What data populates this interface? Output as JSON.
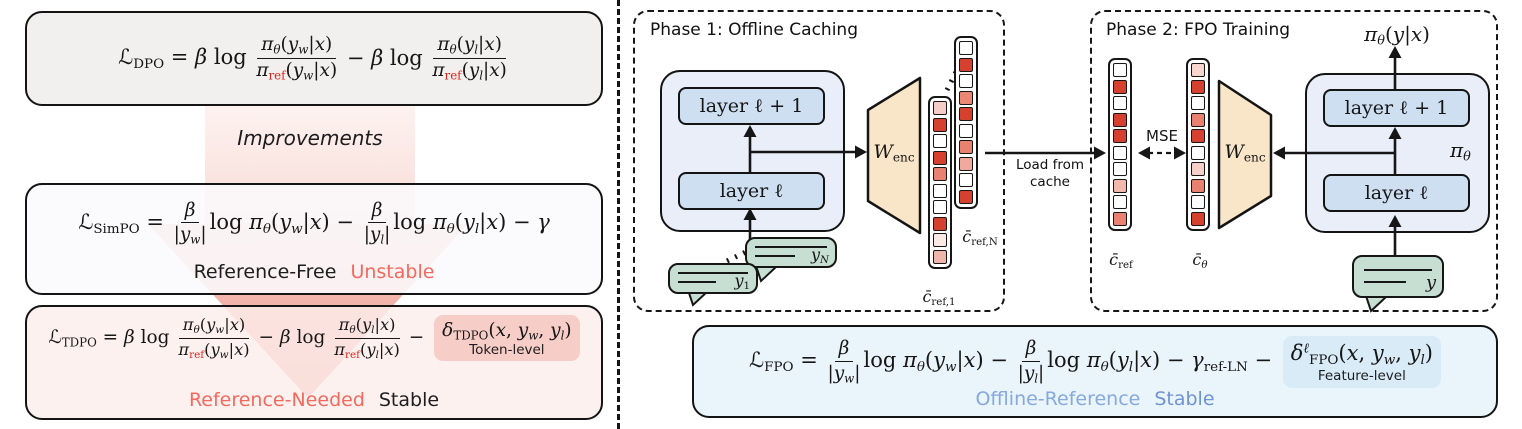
{
  "colors": {
    "red": "#d6402e",
    "salmon": "#e88170",
    "accent_red_text": "#f3695d",
    "accent_blue_text": "#7b9cd6",
    "tdpo_highlight": "#f7cdc7",
    "fpo_highlight": "#d9ebf7",
    "bubble_green": "#c7dfd2",
    "encoder_fill": "#f9e6c9",
    "model_fill": "#e9eef9",
    "layer_fill": "#cfdff2"
  },
  "left_panel": {
    "improvements_label": "Improvements",
    "dpo": {
      "segments": [
        {
          "k": "r",
          "runs": [
            {
              "t": "ℒ",
              "u": 1
            },
            {
              "t": "DPO",
              "b": 1,
              "u": 1
            },
            {
              "t": " = ",
              "u": 1
            },
            {
              "t": "β"
            },
            {
              "t": " log ",
              "u": 1
            }
          ]
        },
        {
          "k": "f",
          "num": [
            {
              "t": "π"
            },
            {
              "t": "θ",
              "b": 1
            },
            {
              "t": "(",
              "u": 1
            },
            {
              "t": "y"
            },
            {
              "t": "w",
              "b": 1
            },
            {
              "t": "|",
              "u": 1
            },
            {
              "t": "x"
            },
            {
              "t": ")",
              "u": 1
            }
          ],
          "den": [
            {
              "t": "π"
            },
            {
              "t": "ref",
              "b": 1,
              "u": 1,
              "r": 1
            },
            {
              "t": "(",
              "u": 1
            },
            {
              "t": "y"
            },
            {
              "t": "w",
              "b": 1
            },
            {
              "t": "|",
              "u": 1
            },
            {
              "t": "x"
            },
            {
              "t": ")",
              "u": 1
            }
          ]
        },
        {
          "k": "r",
          "runs": [
            {
              "t": " − ",
              "u": 1
            },
            {
              "t": "β"
            },
            {
              "t": " log ",
              "u": 1
            }
          ]
        },
        {
          "k": "f",
          "num": [
            {
              "t": "π"
            },
            {
              "t": "θ",
              "b": 1
            },
            {
              "t": "(",
              "u": 1
            },
            {
              "t": "y"
            },
            {
              "t": "l",
              "b": 1
            },
            {
              "t": "|",
              "u": 1
            },
            {
              "t": "x"
            },
            {
              "t": ")",
              "u": 1
            }
          ],
          "den": [
            {
              "t": "π"
            },
            {
              "t": "ref",
              "b": 1,
              "u": 1,
              "r": 1
            },
            {
              "t": "(",
              "u": 1
            },
            {
              "t": "y"
            },
            {
              "t": "l",
              "b": 1
            },
            {
              "t": "|",
              "u": 1
            },
            {
              "t": "x"
            },
            {
              "t": ")",
              "u": 1
            }
          ]
        }
      ]
    },
    "simpo": {
      "segments": [
        {
          "k": "r",
          "runs": [
            {
              "t": "ℒ",
              "u": 1
            },
            {
              "t": "SimPO",
              "b": 1,
              "u": 1
            },
            {
              "t": " = ",
              "u": 1
            }
          ]
        },
        {
          "k": "f",
          "num": [
            {
              "t": "β"
            }
          ],
          "den": [
            {
              "t": "|",
              "u": 1
            },
            {
              "t": "y"
            },
            {
              "t": "w",
              "b": 1
            },
            {
              "t": "|",
              "u": 1
            }
          ]
        },
        {
          "k": "r",
          "runs": [
            {
              "t": "log ",
              "u": 1
            },
            {
              "t": "π"
            },
            {
              "t": "θ",
              "b": 1
            },
            {
              "t": "(",
              "u": 1
            },
            {
              "t": "y"
            },
            {
              "t": "w",
              "b": 1
            },
            {
              "t": "|",
              "u": 1
            },
            {
              "t": "x"
            },
            {
              "t": ")",
              "u": 1
            },
            {
              "t": " − ",
              "u": 1
            }
          ]
        },
        {
          "k": "f",
          "num": [
            {
              "t": "β"
            }
          ],
          "den": [
            {
              "t": "|",
              "u": 1
            },
            {
              "t": "y"
            },
            {
              "t": "l",
              "b": 1
            },
            {
              "t": "|",
              "u": 1
            }
          ]
        },
        {
          "k": "r",
          "runs": [
            {
              "t": "log ",
              "u": 1
            },
            {
              "t": "π"
            },
            {
              "t": "θ",
              "b": 1
            },
            {
              "t": "(",
              "u": 1
            },
            {
              "t": "y"
            },
            {
              "t": "l",
              "b": 1
            },
            {
              "t": "|",
              "u": 1
            },
            {
              "t": "x"
            },
            {
              "t": ")",
              "u": 1
            },
            {
              "t": " − ",
              "u": 1
            },
            {
              "t": "γ"
            }
          ]
        }
      ],
      "tags": [
        {
          "text": "Reference-Free",
          "color": "#1d1d1f"
        },
        {
          "text": "Unstable",
          "color": "#f3695d"
        }
      ]
    },
    "tdpo": {
      "segments": [
        {
          "k": "r",
          "runs": [
            {
              "t": "ℒ",
              "u": 1
            },
            {
              "t": "TDPO",
              "b": 1,
              "u": 1
            },
            {
              "t": " = ",
              "u": 1
            },
            {
              "t": "β"
            },
            {
              "t": " log ",
              "u": 1
            }
          ]
        },
        {
          "k": "f",
          "num": [
            {
              "t": "π"
            },
            {
              "t": "θ",
              "b": 1
            },
            {
              "t": "(",
              "u": 1
            },
            {
              "t": "y"
            },
            {
              "t": "w",
              "b": 1
            },
            {
              "t": "|",
              "u": 1
            },
            {
              "t": "x"
            },
            {
              "t": ")",
              "u": 1
            }
          ],
          "den": [
            {
              "t": "π"
            },
            {
              "t": "ref",
              "b": 1,
              "u": 1,
              "r": 1
            },
            {
              "t": "(",
              "u": 1
            },
            {
              "t": "y"
            },
            {
              "t": "w",
              "b": 1
            },
            {
              "t": "|",
              "u": 1
            },
            {
              "t": "x"
            },
            {
              "t": ")",
              "u": 1
            }
          ]
        },
        {
          "k": "r",
          "runs": [
            {
              "t": " − ",
              "u": 1
            },
            {
              "t": "β"
            },
            {
              "t": " log ",
              "u": 1
            }
          ]
        },
        {
          "k": "f",
          "num": [
            {
              "t": "π"
            },
            {
              "t": "θ",
              "b": 1
            },
            {
              "t": "(",
              "u": 1
            },
            {
              "t": "y"
            },
            {
              "t": "l",
              "b": 1
            },
            {
              "t": "|",
              "u": 1
            },
            {
              "t": "x"
            },
            {
              "t": ")",
              "u": 1
            }
          ],
          "den": [
            {
              "t": "π"
            },
            {
              "t": "ref",
              "b": 1,
              "u": 1,
              "r": 1
            },
            {
              "t": "(",
              "u": 1
            },
            {
              "t": "y"
            },
            {
              "t": "l",
              "b": 1
            },
            {
              "t": "|",
              "u": 1
            },
            {
              "t": "x"
            },
            {
              "t": ")",
              "u": 1
            }
          ]
        },
        {
          "k": "r",
          "runs": [
            {
              "t": " − ",
              "u": 1
            }
          ]
        },
        {
          "k": "h",
          "bg": "#f7cdc7",
          "label": "Token-level",
          "runs": [
            {
              "t": "δ"
            },
            {
              "t": "TDPO",
              "b": 1,
              "u": 1
            },
            {
              "t": "(",
              "u": 1
            },
            {
              "t": "x"
            },
            {
              "t": ", ",
              "u": 1
            },
            {
              "t": "y"
            },
            {
              "t": "w",
              "b": 1
            },
            {
              "t": ", ",
              "u": 1
            },
            {
              "t": "y"
            },
            {
              "t": "l",
              "b": 1
            },
            {
              "t": ")",
              "u": 1
            }
          ]
        }
      ],
      "tags": [
        {
          "text": "Reference-Needed",
          "color": "#f3695d"
        },
        {
          "text": "Stable",
          "color": "#1d1d1f"
        }
      ]
    }
  },
  "phase1": {
    "title": "Phase 1: Offline Caching",
    "layer_top": "layer ℓ + 1",
    "layer_bottom": "layer ℓ",
    "wenc": [
      {
        "t": "W"
      },
      {
        "t": "enc",
        "b": 1,
        "u": 1
      }
    ],
    "vec1": {
      "label": [
        {
          "t": "c̄"
        },
        {
          "t": "ref,1",
          "b": 1,
          "u": 1
        }
      ],
      "squares": [
        "#f5cdc6",
        "#d6402e",
        "#ffffff",
        "#d6402e",
        "#e88170",
        "#ffffff",
        "#ffffff",
        "#d6402e",
        "#fbe9e6",
        "#f0b5aa"
      ]
    },
    "vecN": {
      "label": [
        {
          "t": "c̄"
        },
        {
          "t": "ref,N",
          "b": 1,
          "u": 1
        }
      ],
      "squares": [
        "#ffffff",
        "#d6402e",
        "#ffffff",
        "#ea8875",
        "#d6402e",
        "#ffffff",
        "#e88170",
        "#f0a99c",
        "#ffffff",
        "#d6402e"
      ]
    },
    "bubble1_label": [
      {
        "t": "y"
      },
      {
        "t": "1",
        "b": 1,
        "u": 1
      }
    ],
    "bubbleN_label": [
      {
        "t": "y"
      },
      {
        "t": "N",
        "b": 1
      }
    ]
  },
  "load_cache": {
    "line1": "Load from",
    "line2": "cache"
  },
  "phase2": {
    "title": "Phase 2: FPO Training",
    "mse_label": "MSE",
    "layer_top": "layer ℓ + 1",
    "layer_bottom": "layer ℓ",
    "wenc": [
      {
        "t": "W"
      },
      {
        "t": "enc",
        "b": 1,
        "u": 1
      }
    ],
    "cref": {
      "label": [
        {
          "t": "c̄"
        },
        {
          "t": "ref",
          "b": 1,
          "u": 1
        }
      ],
      "squares": [
        "#ffffff",
        "#d6402e",
        "#ffffff",
        "#d6402e",
        "#d6402e",
        "#ffffff",
        "#ffffff",
        "#f2b8ad",
        "#ffffff",
        "#e88170"
      ]
    },
    "ctheta": {
      "label": [
        {
          "t": "c̄"
        },
        {
          "t": "θ",
          "b": 1
        }
      ],
      "squares": [
        "#f7d6d0",
        "#d6402e",
        "#ffffff",
        "#e88170",
        "#d6402e",
        "#ffffff",
        "#f6cfc8",
        "#e88170",
        "#ffffff",
        "#d6402e"
      ]
    },
    "pi_theta": [
      {
        "t": "π"
      },
      {
        "t": "θ",
        "b": 1
      }
    ],
    "output": [
      {
        "t": "π"
      },
      {
        "t": "θ",
        "b": 1
      },
      {
        "t": "(",
        "u": 1
      },
      {
        "t": "y"
      },
      {
        "t": "|",
        "u": 1
      },
      {
        "t": "x"
      },
      {
        "t": ")",
        "u": 1
      }
    ],
    "bubble_label": [
      {
        "t": "y"
      }
    ]
  },
  "fpo": {
    "segments": [
      {
        "k": "r",
        "runs": [
          {
            "t": "ℒ",
            "u": 1
          },
          {
            "t": "FPO",
            "b": 1,
            "u": 1
          },
          {
            "t": " = ",
            "u": 1
          }
        ]
      },
      {
        "k": "f",
        "num": [
          {
            "t": "β"
          }
        ],
        "den": [
          {
            "t": "|",
            "u": 1
          },
          {
            "t": "y"
          },
          {
            "t": "w",
            "b": 1
          },
          {
            "t": "|",
            "u": 1
          }
        ]
      },
      {
        "k": "r",
        "runs": [
          {
            "t": "log ",
            "u": 1
          },
          {
            "t": "π"
          },
          {
            "t": "θ",
            "b": 1
          },
          {
            "t": "(",
            "u": 1
          },
          {
            "t": "y"
          },
          {
            "t": "w",
            "b": 1
          },
          {
            "t": "|",
            "u": 1
          },
          {
            "t": "x"
          },
          {
            "t": ")",
            "u": 1
          },
          {
            "t": " − ",
            "u": 1
          }
        ]
      },
      {
        "k": "f",
        "num": [
          {
            "t": "β"
          }
        ],
        "den": [
          {
            "t": "|",
            "u": 1
          },
          {
            "t": "y"
          },
          {
            "t": "l",
            "b": 1
          },
          {
            "t": "|",
            "u": 1
          }
        ]
      },
      {
        "k": "r",
        "runs": [
          {
            "t": "log ",
            "u": 1
          },
          {
            "t": "π"
          },
          {
            "t": "θ",
            "b": 1
          },
          {
            "t": "(",
            "u": 1
          },
          {
            "t": "y"
          },
          {
            "t": "l",
            "b": 1
          },
          {
            "t": "|",
            "u": 1
          },
          {
            "t": "x"
          },
          {
            "t": ")",
            "u": 1
          },
          {
            "t": " − ",
            "u": 1
          },
          {
            "t": "γ"
          },
          {
            "t": "ref-LN",
            "b": 1,
            "u": 1
          },
          {
            "t": " − ",
            "u": 1
          }
        ]
      },
      {
        "k": "h",
        "bg": "#d9ebf7",
        "label": "Feature-level",
        "runs": [
          {
            "t": "δ"
          },
          {
            "t": "ℓ",
            "p": 1
          },
          {
            "t": "FPO",
            "b": 1,
            "u": 1
          },
          {
            "t": "(",
            "u": 1
          },
          {
            "t": "x"
          },
          {
            "t": ", ",
            "u": 1
          },
          {
            "t": "y"
          },
          {
            "t": "w",
            "b": 1
          },
          {
            "t": ", ",
            "u": 1
          },
          {
            "t": "y"
          },
          {
            "t": "l",
            "b": 1
          },
          {
            "t": ")",
            "u": 1
          }
        ]
      }
    ],
    "tags": [
      {
        "text": "Offline-Reference",
        "color": "#85a8dd"
      },
      {
        "text": "Stable",
        "color": "#6f93d2"
      }
    ]
  }
}
